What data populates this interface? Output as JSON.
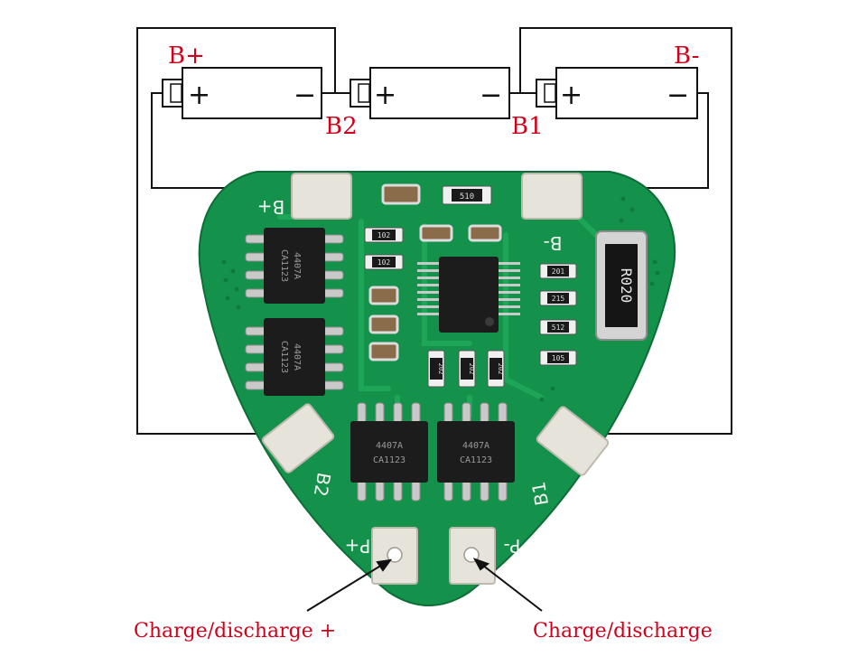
{
  "battery_labels": {
    "b_plus": "B+",
    "b_minus": "B-",
    "b2": "B2",
    "b1": "B1"
  },
  "cell_signs": {
    "plus": "+",
    "minus": "−"
  },
  "board": {
    "pad_b_plus": "B+",
    "pad_b_minus": "B-",
    "pad_b2": "B2",
    "pad_b1": "B1",
    "pad_p_plus": "P+",
    "pad_p_minus": "P-",
    "shunt_resistor": "R020",
    "mosfet_marking_1": "4407A",
    "mosfet_marking_2": "CA1123",
    "resistor_codes": [
      "510",
      "102",
      "102",
      "201",
      "215",
      "512",
      "105",
      "202",
      "202",
      "202"
    ]
  },
  "callouts": {
    "left": "Charge/discharge +",
    "right": "Charge/discharge"
  },
  "colors": {
    "pcb": "#14914a",
    "label_red": "#d0021b",
    "pad": "#e6e3da",
    "wire": "#111111"
  }
}
